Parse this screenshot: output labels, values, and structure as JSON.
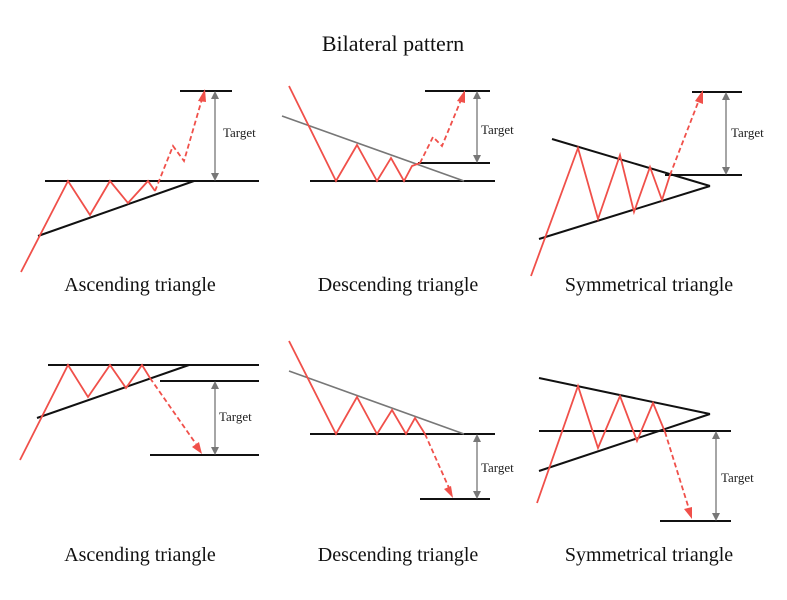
{
  "title": "Bilateral pattern",
  "target_label": "Target",
  "colors": {
    "price": "#f0504a",
    "lines": "#111111",
    "trendline": "#777777",
    "target": "#777777"
  },
  "patterns": [
    {
      "caption": "Ascending triangle",
      "breakout": "up"
    },
    {
      "caption": "Descending triangle",
      "breakout": "up"
    },
    {
      "caption": "Symmetrical triangle",
      "breakout": "up"
    },
    {
      "caption": "Ascending triangle",
      "breakout": "down"
    },
    {
      "caption": "Descending triangle",
      "breakout": "down"
    },
    {
      "caption": "Symmetrical triangle",
      "breakout": "down"
    }
  ]
}
